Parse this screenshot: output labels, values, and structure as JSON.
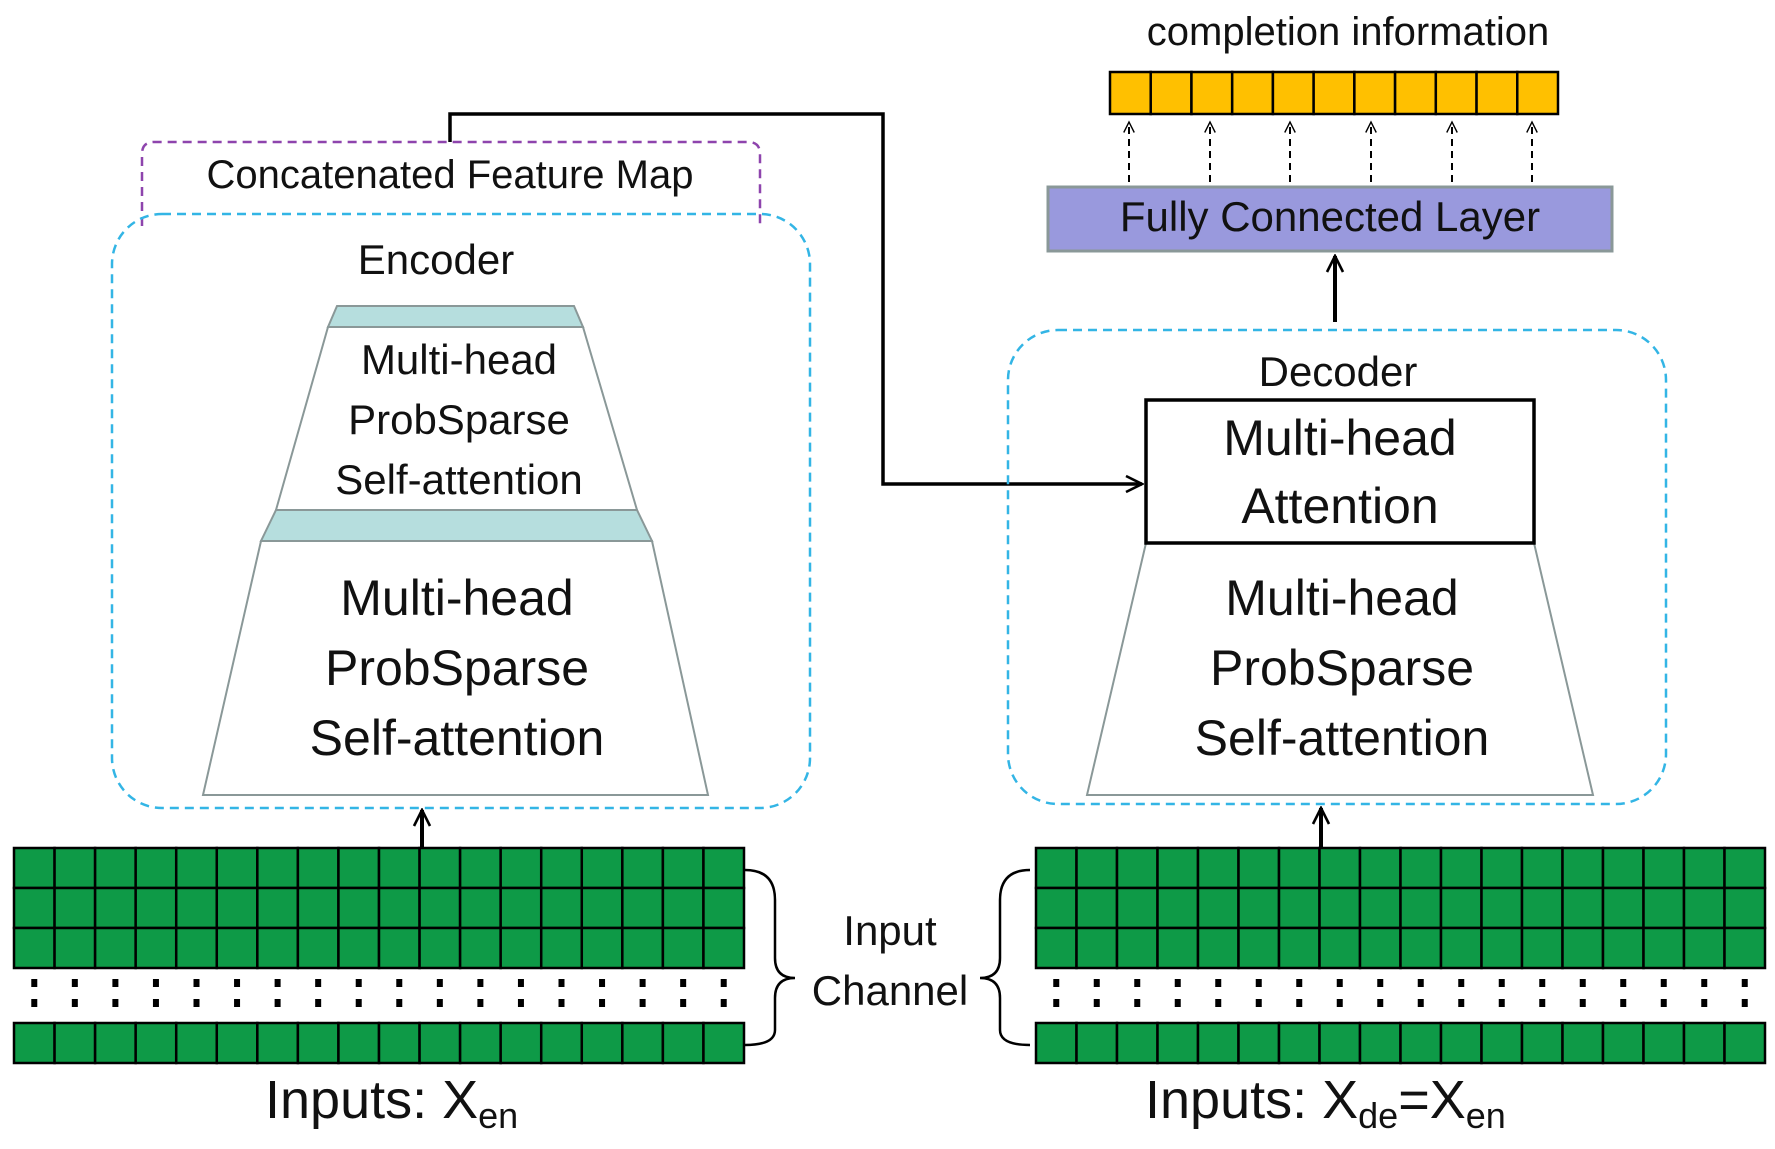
{
  "title": "completion information",
  "fc_layer": {
    "label": "Fully Connected Layer"
  },
  "concat_label": "Concatenated Feature Map",
  "encoder": {
    "label": "Encoder",
    "top_block": [
      "Multi-head",
      "ProbSparse",
      "Self-attention"
    ],
    "bottom_block": [
      "Multi-head",
      "ProbSparse",
      "Self-attention"
    ]
  },
  "decoder": {
    "label": "Decoder",
    "attention_block": [
      "Multi-head",
      "Attention"
    ],
    "bottom_block": [
      "Multi-head",
      "ProbSparse",
      "Self-attention"
    ]
  },
  "input_channel": [
    "Input",
    "Channel"
  ],
  "inputs_left": {
    "prefix": "Inputs: X",
    "sub": "en"
  },
  "inputs_right": {
    "prefix": "Inputs: X",
    "sub1": "de",
    "mid": "=X",
    "sub2": "en"
  },
  "colors": {
    "output_cells": "#FFC000",
    "fc_layer": "#9999DD",
    "input_cells": "#0E9A47",
    "trapezoid_cap": "#B6DEDE",
    "encoder_border": "#33B5E5",
    "concat_border": "#8E44AD"
  }
}
